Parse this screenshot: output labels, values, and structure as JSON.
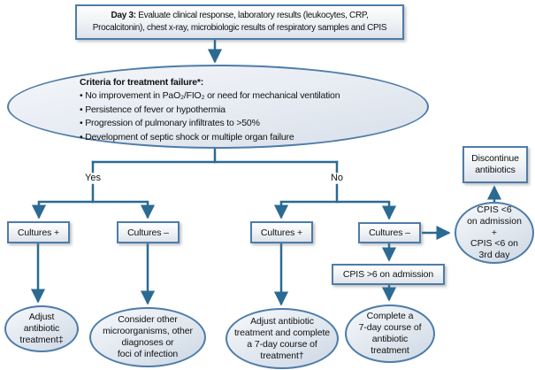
{
  "colors": {
    "line": "#2b6a93",
    "node_border": "#4e7ca8",
    "node_fill_top": "#fefefe",
    "node_fill_bottom": "#dde3eb"
  },
  "title_box": {
    "bold": "Day 3:",
    "line1_rest": " Evaluate clinical response, laboratory results (leukocytes, CRP,",
    "line2": "Procalcitonin), chest x-ray, microbiologic results of respiratory samples and CPIS"
  },
  "criteria_ellipse": {
    "heading": "Criteria for treatment failure*:",
    "bullets": [
      "• No improvement in PaO₂/FIO₂ or need for mechanical ventilation",
      "• Persistence of fever or hypothermia",
      "• Progression of pulmonary infiltrates to >50%",
      "• Development of septic shock or multiple organ failure"
    ]
  },
  "branches": {
    "yes": "Yes",
    "no": "No"
  },
  "boxes": {
    "cultures_pos_yes": "Cultures +",
    "cultures_neg_yes": "Cultures –",
    "cultures_pos_no": "Cultures +",
    "cultures_neg_no": "Cultures –",
    "cpis_gt6": "CPIS >6 on admission",
    "discontinue": [
      "Discontinue",
      "antibiotics"
    ]
  },
  "ellipses": {
    "adjust": [
      "Adjust",
      "antibiotic",
      "treatment‡"
    ],
    "consider": [
      "Consider other",
      "microorganisms, other",
      "diagnoses or",
      "foci of infection"
    ],
    "adjust_complete": [
      "Adjust antibiotic",
      "treatment and complete",
      "a 7-day course of",
      "treatment†"
    ],
    "complete_7day": [
      "Complete a",
      "7-day course of",
      "antibiotic",
      "treatment"
    ],
    "cpis_lt6": [
      "CPIS <6",
      "on admission",
      "+",
      "CPIS <6 on",
      "3rd day"
    ]
  }
}
